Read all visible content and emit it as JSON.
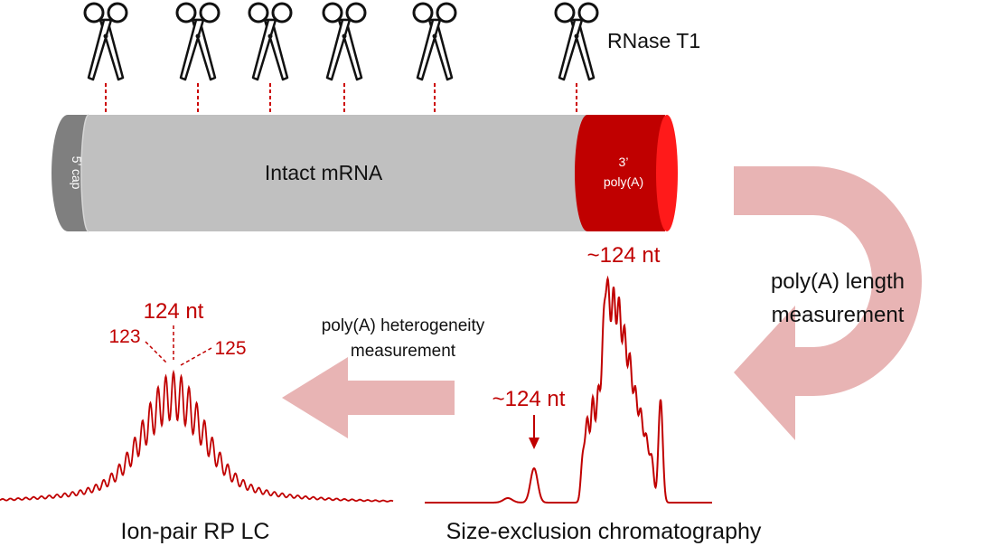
{
  "colors": {
    "red": "#c00000",
    "bright_red": "#ff1a1a",
    "mrna_gray": "#c0c0c0",
    "cap_gray": "#7f7f7f",
    "arrow_pink": "#e8b4b4",
    "dash": "#cc0000"
  },
  "enzyme": {
    "label": "RNase T1",
    "icon": "scissors-icon",
    "cut_count": 6
  },
  "mrna": {
    "cap_label": "5’ cap",
    "body_label": "Intact mRNA",
    "tail_label_line1": "3’",
    "tail_label_line2": "poly(A)",
    "tail_length": "~124 nt"
  },
  "steps": {
    "length_line1": "poly(A) length",
    "length_line2": "measurement",
    "hetero_line1": "poly(A) heterogeneity",
    "hetero_line2": "measurement"
  },
  "sec": {
    "peak_label": "~124 nt",
    "caption": "Size-exclusion chromatography"
  },
  "iprp": {
    "center_label": "124 nt",
    "left_label": "123",
    "right_label": "125",
    "caption": "Ion-pair RP LC"
  }
}
